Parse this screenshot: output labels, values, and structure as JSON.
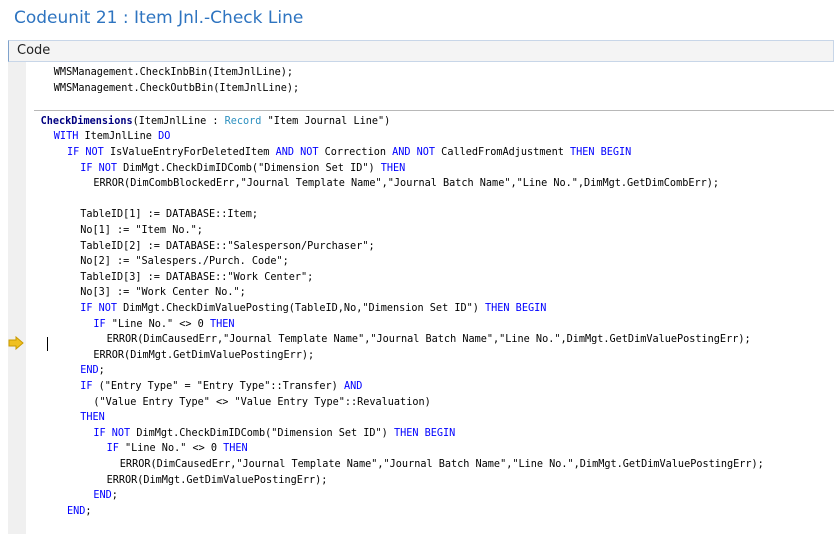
{
  "window": {
    "title": "Codeunit 21 : Item Jnl.-Check Line"
  },
  "panel": {
    "header": "Code"
  },
  "code_lines": [
    {
      "indent": 3,
      "parts": [
        {
          "t": "WMSManagement.CheckInbBin(ItemJnlLine);"
        }
      ]
    },
    {
      "indent": 3,
      "parts": [
        {
          "t": "WMSManagement.CheckOutbBin(ItemJnlLine);"
        }
      ]
    },
    {
      "indent": 0,
      "parts": [
        {
          "t": ""
        }
      ]
    },
    {
      "indent": 1,
      "parts": [
        {
          "t": "CheckDimensions",
          "c": "fn"
        },
        {
          "t": "(ItemJnlLine : "
        },
        {
          "t": "Record",
          "c": "ty"
        },
        {
          "t": " \"Item Journal Line\")"
        }
      ]
    },
    {
      "indent": 3,
      "parts": [
        {
          "t": "WITH",
          "c": "kw"
        },
        {
          "t": " ItemJnlLine "
        },
        {
          "t": "DO",
          "c": "kw"
        }
      ]
    },
    {
      "indent": 5,
      "parts": [
        {
          "t": "IF NOT",
          "c": "kw"
        },
        {
          "t": " IsValueEntryForDeletedItem "
        },
        {
          "t": "AND NOT",
          "c": "kw"
        },
        {
          "t": " Correction "
        },
        {
          "t": "AND NOT",
          "c": "kw"
        },
        {
          "t": " CalledFromAdjustment "
        },
        {
          "t": "THEN BEGIN",
          "c": "kw"
        }
      ]
    },
    {
      "indent": 7,
      "parts": [
        {
          "t": "IF NOT",
          "c": "kw"
        },
        {
          "t": " DimMgt.CheckDimIDComb(\"Dimension Set ID\") "
        },
        {
          "t": "THEN",
          "c": "kw"
        }
      ]
    },
    {
      "indent": 9,
      "parts": [
        {
          "t": "ERROR(DimCombBlockedErr,\"Journal Template Name\",\"Journal Batch Name\",\"Line No.\",DimMgt.GetDimCombErr);"
        }
      ]
    },
    {
      "indent": 0,
      "parts": [
        {
          "t": ""
        }
      ]
    },
    {
      "indent": 7,
      "parts": [
        {
          "t": "TableID[1] := DATABASE::Item;"
        }
      ]
    },
    {
      "indent": 7,
      "parts": [
        {
          "t": "No[1] := \"Item No.\";"
        }
      ]
    },
    {
      "indent": 7,
      "parts": [
        {
          "t": "TableID[2] := DATABASE::\"Salesperson/Purchaser\";"
        }
      ]
    },
    {
      "indent": 7,
      "parts": [
        {
          "t": "No[2] := \"Salespers./Purch. Code\";"
        }
      ]
    },
    {
      "indent": 7,
      "parts": [
        {
          "t": "TableID[3] := DATABASE::\"Work Center\";"
        }
      ]
    },
    {
      "indent": 7,
      "parts": [
        {
          "t": "No[3] := \"Work Center No.\";"
        }
      ]
    },
    {
      "indent": 7,
      "parts": [
        {
          "t": "IF NOT",
          "c": "kw"
        },
        {
          "t": " DimMgt.CheckDimValuePosting(TableID,No,\"Dimension Set ID\") "
        },
        {
          "t": "THEN BEGIN",
          "c": "kw"
        }
      ]
    },
    {
      "indent": 9,
      "parts": [
        {
          "t": "IF",
          "c": "kw"
        },
        {
          "t": " \"Line No.\" <> 0 "
        },
        {
          "t": "THEN",
          "c": "kw"
        }
      ]
    },
    {
      "indent": 11,
      "parts": [
        {
          "t": "ERROR(DimCausedErr,\"Journal Template Name\",\"Journal Batch Name\",\"Line No.\",DimMgt.GetDimValuePostingErr);"
        }
      ]
    },
    {
      "indent": 9,
      "parts": [
        {
          "t": "ERROR(DimMgt.GetDimValuePostingErr);"
        }
      ]
    },
    {
      "indent": 7,
      "parts": [
        {
          "t": "END",
          "c": "kw"
        },
        {
          "t": ";"
        }
      ]
    },
    {
      "indent": 7,
      "parts": [
        {
          "t": "IF",
          "c": "kw"
        },
        {
          "t": " (\"Entry Type\" = \"Entry Type\"::Transfer) "
        },
        {
          "t": "AND",
          "c": "kw"
        }
      ]
    },
    {
      "indent": 9,
      "parts": [
        {
          "t": "(\"Value Entry Type\" <> \"Value Entry Type\"::Revaluation)"
        }
      ]
    },
    {
      "indent": 7,
      "parts": [
        {
          "t": "THEN",
          "c": "kw"
        }
      ]
    },
    {
      "indent": 9,
      "parts": [
        {
          "t": "IF NOT",
          "c": "kw"
        },
        {
          "t": " DimMgt.CheckDimIDComb(\"Dimension Set ID\") "
        },
        {
          "t": "THEN BEGIN",
          "c": "kw"
        }
      ]
    },
    {
      "indent": 11,
      "parts": [
        {
          "t": "IF",
          "c": "kw"
        },
        {
          "t": " \"Line No.\" <> 0 "
        },
        {
          "t": "THEN",
          "c": "kw"
        }
      ]
    },
    {
      "indent": 13,
      "parts": [
        {
          "t": "ERROR(DimCausedErr,\"Journal Template Name\",\"Journal Batch Name\",\"Line No.\",DimMgt.GetDimValuePostingErr);"
        }
      ]
    },
    {
      "indent": 11,
      "parts": [
        {
          "t": "ERROR(DimMgt.GetDimValuePostingErr);"
        }
      ]
    },
    {
      "indent": 9,
      "parts": [
        {
          "t": "END",
          "c": "kw"
        },
        {
          "t": ";"
        }
      ]
    },
    {
      "indent": 5,
      "parts": [
        {
          "t": "END",
          "c": "kw"
        },
        {
          "t": ";"
        }
      ]
    }
  ],
  "breakpoint_icon": "current-line-arrow-icon",
  "colors": {
    "title": "#2e74c0",
    "keyword": "#0000ff",
    "function_name": "#000080",
    "type": "#2b8fbf",
    "arrow": "#f0c020"
  }
}
